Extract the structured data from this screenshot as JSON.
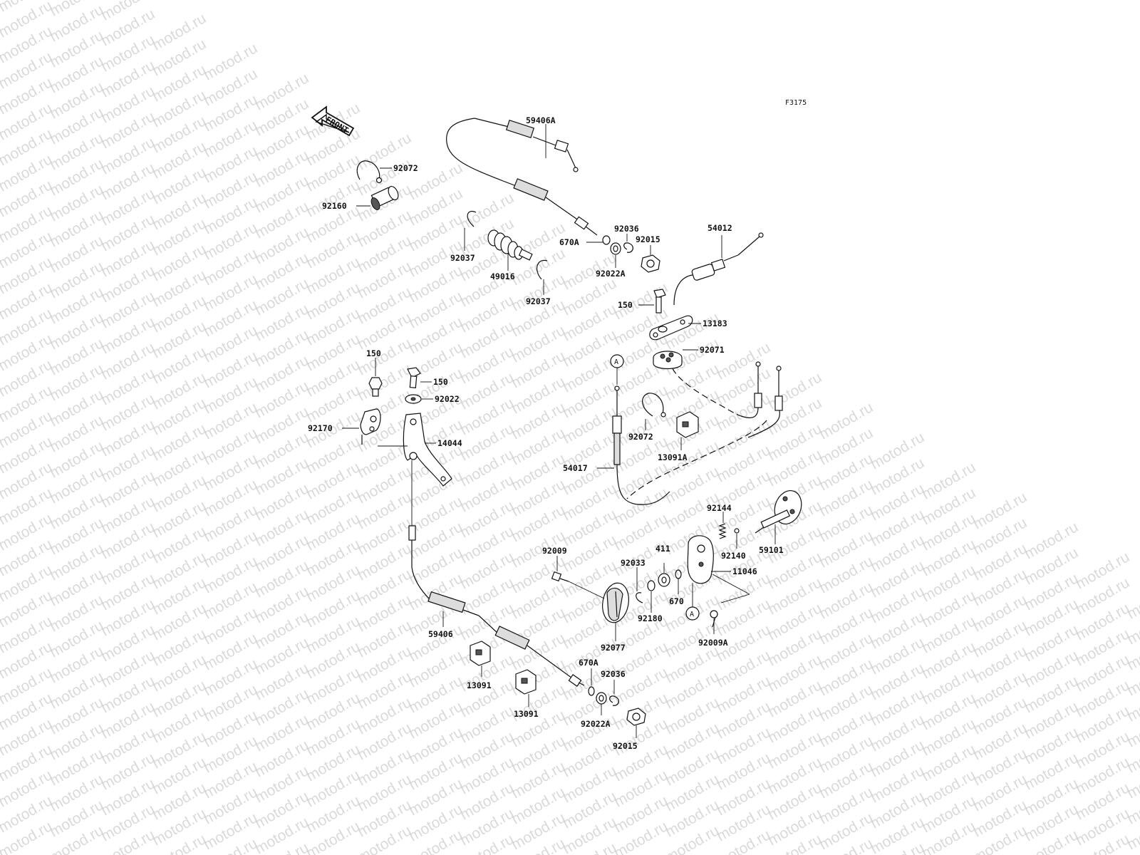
{
  "diagram": {
    "figure_code": "F3175",
    "front_label": "FRONT",
    "reference_marker": "A",
    "watermark": "motod.ru",
    "labels": {
      "l59406A": "59406A",
      "l92072a": "92072",
      "l92160": "92160",
      "l92036a": "92036",
      "l92015a": "92015",
      "l670Aa": "670A",
      "l92022Aa": "92022A",
      "l54012": "54012",
      "l92037a": "92037",
      "l49016": "49016",
      "l92037b": "92037",
      "l150a": "150",
      "l13183": "13183",
      "l92071": "92071",
      "l150b": "150",
      "l150c": "150",
      "l92022": "92022",
      "l92170": "92170",
      "l14044": "14044",
      "l92072b": "92072",
      "l13091A": "13091A",
      "l54017": "54017",
      "l92144": "92144",
      "l59101": "59101",
      "l92140": "92140",
      "l92009": "92009",
      "l92033": "92033",
      "l411": "411",
      "l11046": "11046",
      "l670": "670",
      "l92180": "92180",
      "l92009A": "92009A",
      "l59406": "59406",
      "l92077": "92077",
      "l670Ab": "670A",
      "l92036b": "92036",
      "l13091a": "13091",
      "l13091b": "13091",
      "l92022Ab": "92022A",
      "l92015b": "92015"
    }
  }
}
